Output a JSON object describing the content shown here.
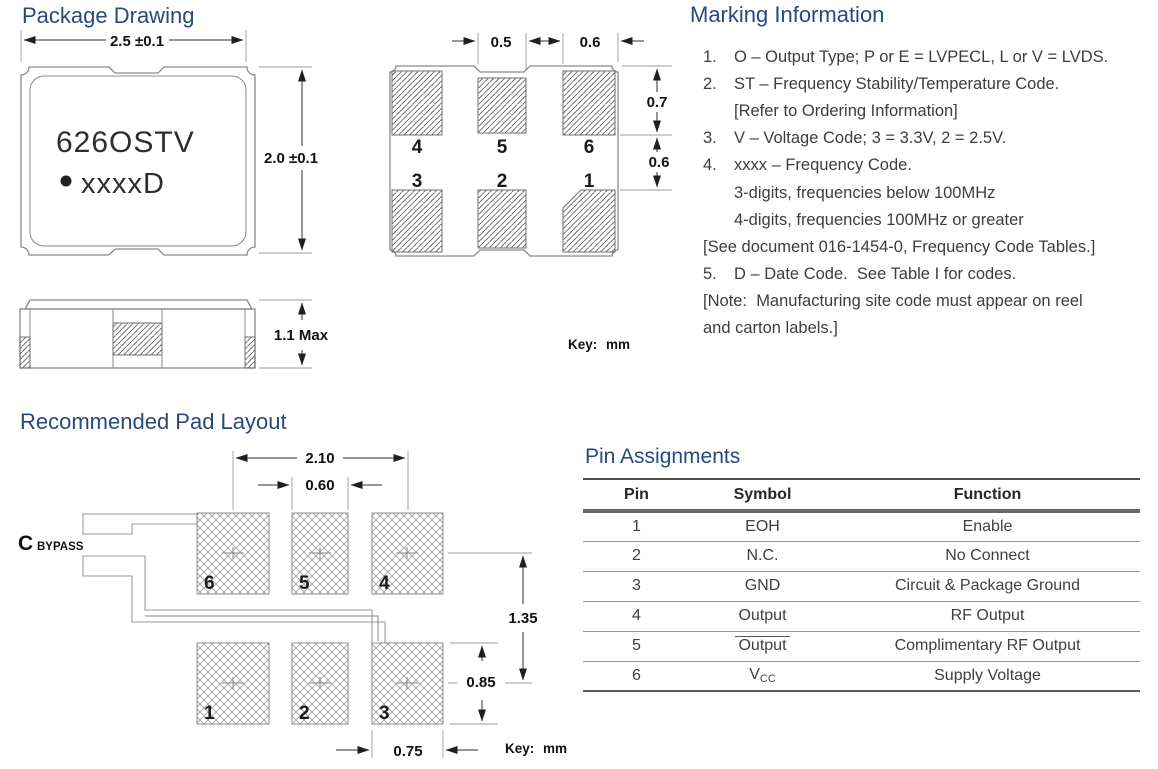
{
  "colors": {
    "heading_blue": "#27497f",
    "body_text": "#3d3d3d",
    "drawing_line": "#8a8a8a",
    "dimension_text": "#111111"
  },
  "package_drawing": {
    "title": "Package Drawing",
    "top_view": {
      "dim_width": "2.5 ±0.1",
      "dim_height": "2.0 ±0.1",
      "marking_line1": "626OSTV",
      "marking_line2": "xxxxD"
    },
    "bottom_view": {
      "dim_pad_mid_width": "0.5",
      "dim_pad_side_width": "0.6",
      "dim_pad_height": "0.7",
      "dim_row_gap": "0.6",
      "pads_top_labels": [
        "4",
        "5",
        "6"
      ],
      "pads_bottom_labels": [
        "3",
        "2",
        "1"
      ]
    },
    "side_view": {
      "dim_height": "1.1 Max"
    },
    "key_label": "Key:",
    "key_unit": "mm"
  },
  "marking_information": {
    "title": "Marking Information",
    "lines": [
      {
        "n": "1.",
        "t": "O – Output Type; P or E = LVPECL, L or V = LVDS.",
        "k": "num"
      },
      {
        "n": "2.",
        "t": "ST – Frequency Stability/Temperature Code.",
        "k": "num"
      },
      {
        "n": "",
        "t": "[Refer to Ordering Information]",
        "k": "cont"
      },
      {
        "n": "3.",
        "t": "V – Voltage Code; 3 = 3.3V, 2 = 2.5V.",
        "k": "num"
      },
      {
        "n": "4.",
        "t": "xxxx – Frequency Code.",
        "k": "num"
      },
      {
        "n": "",
        "t": "3-digits, frequencies below 100MHz",
        "k": "cont"
      },
      {
        "n": "",
        "t": "4-digits, frequencies 100MHz or greater",
        "k": "cont"
      },
      {
        "n": "",
        "t": "[See document 016-1454-0, Frequency Code Tables.]",
        "k": "flush"
      },
      {
        "n": "5.",
        "t": "D – Date Code.  See Table I for codes.",
        "k": "num"
      },
      {
        "n": "",
        "t": "[Note:  Manufacturing site code must appear on reel",
        "k": "flush"
      },
      {
        "n": "",
        "t": "and carton labels.]",
        "k": "flush"
      }
    ]
  },
  "pad_layout": {
    "title": "Recommended Pad Layout",
    "bypass_cap_label": "C",
    "bypass_cap_sub": "BYPASS",
    "dim_span": "2.10",
    "dim_mid_pad_width": "0.60",
    "dim_row_pitch": "1.35",
    "dim_pad_height": "0.85",
    "dim_pad_width": "0.75",
    "pads_top_labels": [
      "6",
      "5",
      "4"
    ],
    "pads_bottom_labels": [
      "1",
      "2",
      "3"
    ],
    "key_label": "Key:",
    "key_unit": "mm"
  },
  "pin_assignments": {
    "title": "Pin Assignments",
    "headers": [
      "Pin",
      "Symbol",
      "Function"
    ],
    "rows": [
      {
        "pin": "1",
        "symbol": "EOH",
        "function": "Enable"
      },
      {
        "pin": "2",
        "symbol": "N.C.",
        "function": "No Connect"
      },
      {
        "pin": "3",
        "symbol": "GND",
        "function": "Circuit & Package Ground"
      },
      {
        "pin": "4",
        "symbol": "Output",
        "function": "RF Output"
      },
      {
        "pin": "5",
        "symbol": "Output",
        "overline": true,
        "function": "Complimentary RF Output"
      },
      {
        "pin": "6",
        "symbol": "V",
        "sub": "CC",
        "function": "Supply Voltage"
      }
    ]
  }
}
